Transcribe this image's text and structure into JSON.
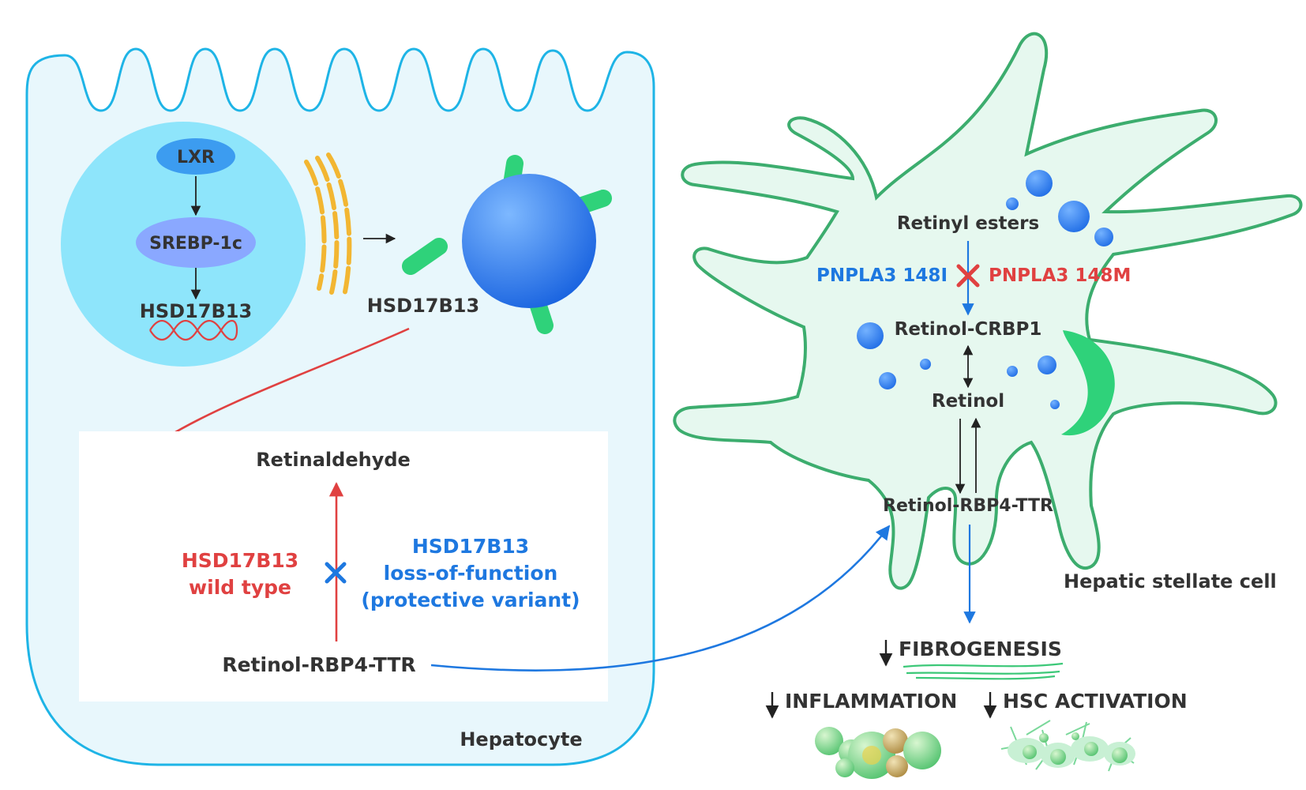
{
  "hepatocyte": {
    "cell_label": "Hepatocyte",
    "nucleus": {
      "lxr": "LXR",
      "srebp": "SREBP-1c",
      "gene": "HSD17B13"
    },
    "protein_label": "HSD17B13",
    "panel": {
      "product": "Retinaldehyde",
      "substrate": "Retinol-RBP4-TTR",
      "wild_type_line1": "HSD17B13",
      "wild_type_line2": "wild type",
      "lof_line1": "HSD17B13",
      "lof_line2": "loss-of-function",
      "lof_line3": "(protective variant)"
    }
  },
  "stellate": {
    "cell_label": "Hepatic stellate cell",
    "retinyl_esters": "Retinyl esters",
    "pnpla3_148i": "PNPLA3 148I",
    "pnpla3_148m": "PNPLA3 148M",
    "retinol_crbp1": "Retinol-CRBP1",
    "retinol": "Retinol",
    "retinol_rbp4_ttr": "Retinol-RBP4-TTR"
  },
  "outcomes": {
    "fibrogenesis": "FIBROGENESIS",
    "inflammation": "INFLAMMATION",
    "hsc_activation": "HSC ACTIVATION"
  },
  "colors": {
    "hepatocyte_outline": "#1eb4e6",
    "hepatocyte_fill": "#e8f7fc",
    "stellate_outline": "#3cad6e",
    "stellate_fill": "#e6f8ef",
    "red": "#e04141",
    "blue": "#1e78e0",
    "green_protein": "#2fd27a",
    "golgi": "#f2b632"
  }
}
